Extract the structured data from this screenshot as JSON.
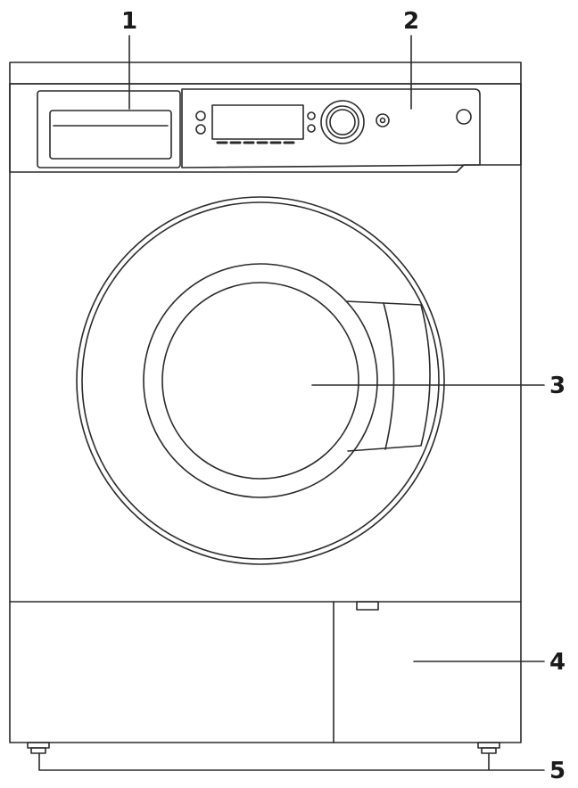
{
  "diagram": {
    "line_color": "#2a2a2a",
    "background": "#ffffff",
    "callouts": [
      {
        "id": "c1",
        "label": "1"
      },
      {
        "id": "c2",
        "label": "2"
      },
      {
        "id": "c3",
        "label": "3"
      },
      {
        "id": "c4",
        "label": "4"
      },
      {
        "id": "c5",
        "label": "5"
      }
    ]
  }
}
